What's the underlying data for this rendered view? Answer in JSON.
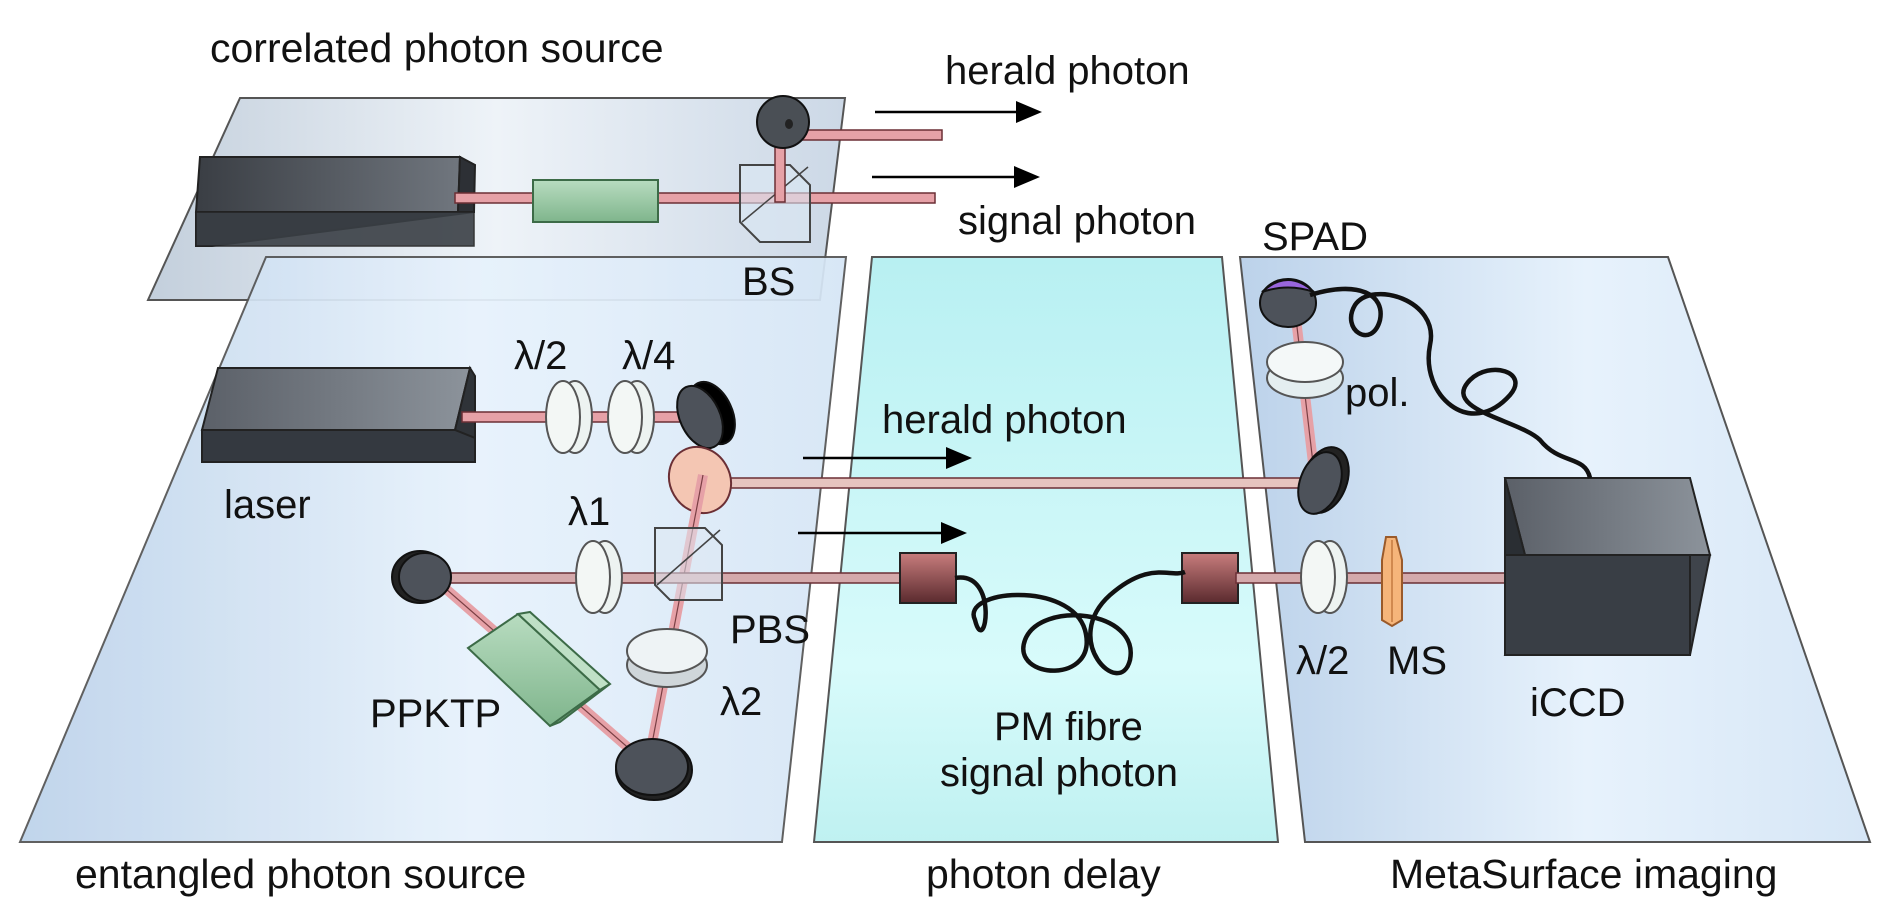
{
  "sections": {
    "correlated": "correlated photon source",
    "entangled": "entangled photon source",
    "delay": "photon delay",
    "imaging": "MetaSurface imaging"
  },
  "labels": {
    "herald_top": "herald photon",
    "signal_top": "signal photon",
    "bs": "BS",
    "half_wave": "λ/2",
    "quarter_wave": "λ/4",
    "laser": "laser",
    "lambda1": "λ1",
    "lambda2": "λ2",
    "pbs": "PBS",
    "ppktp": "PPKTP",
    "herald_mid": "herald photon",
    "pm_fibre_1": "PM fibre",
    "pm_fibre_2": "signal photon",
    "spad": "SPAD",
    "pol": "pol.",
    "half_wave_2": "λ/2",
    "ms": "MS",
    "iccd": "iCCD"
  },
  "colors": {
    "beam": "#e8a3a8",
    "beam_core": "#c0505a",
    "crystal": "#9ccba6",
    "device_dark": "#4a4f55",
    "panel_blue": "#d9e8f7",
    "panel_cyan": "#c8f6f6",
    "spad_cap": "#9966dd",
    "ms_orange": "#f2a65a"
  }
}
